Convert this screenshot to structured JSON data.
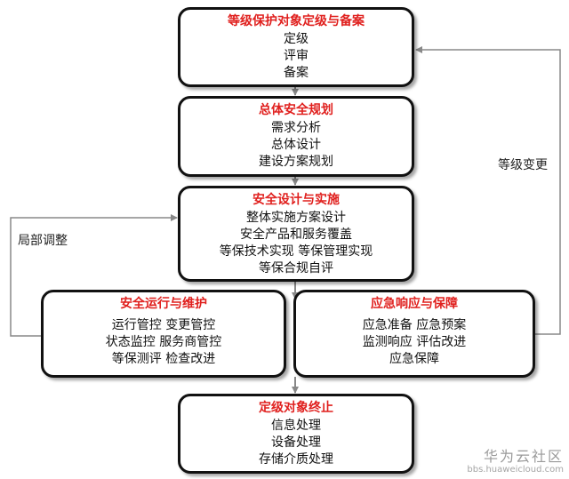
{
  "boxes": {
    "grading": {
      "title": "等级保护对象定级与备案",
      "lines": [
        "定级",
        "评审",
        "备案"
      ]
    },
    "planning": {
      "title": "总体安全规划",
      "lines": [
        "需求分析",
        "总体设计",
        "建设方案规划"
      ]
    },
    "design": {
      "title": "安全设计与实施",
      "lines": [
        "整体实施方案设计",
        "安全产品和服务覆盖",
        "等保技术实现 等保管理实现",
        "等保合规自评"
      ]
    },
    "operation": {
      "title": "安全运行与维护",
      "lines": [
        "运行管控 变更管控",
        "状态监控 服务商管控",
        "等保测评 检查改进"
      ]
    },
    "emergency": {
      "title": "应急响应与保障",
      "lines": [
        "应急准备 应急预案",
        "监测响应 评估改进",
        "应急保障"
      ]
    },
    "termination": {
      "title": "定级对象终止",
      "lines": [
        "信息处理",
        "设备处理",
        "存储介质处理"
      ]
    }
  },
  "labels": {
    "left_loop": "局部调整",
    "right_loop": "等级变更"
  },
  "watermark": {
    "main": "华为云社区",
    "sub": "bbs.huaweicloud.com"
  },
  "colors": {
    "title": "#e0201e",
    "text": "#111111",
    "border": "#111111",
    "connector": "#888888"
  }
}
